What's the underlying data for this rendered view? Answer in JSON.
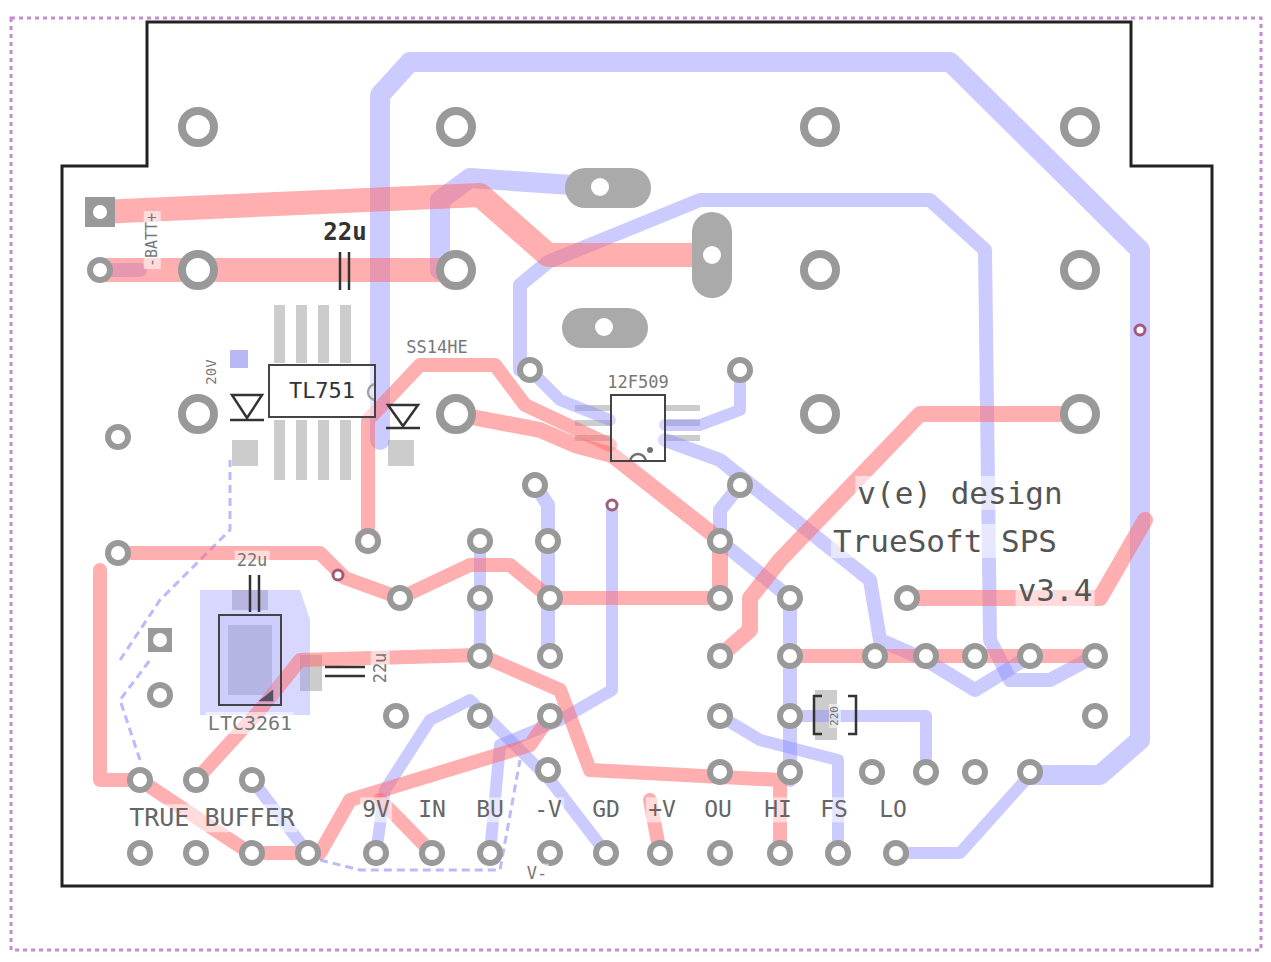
{
  "diagram": {
    "nodes": [
      {
        "text": [
          "TL751"
        ]
      },
      {
        "text": [
          "12F509"
        ]
      },
      {
        "text": [
          "LTC3261"
        ]
      }
    ],
    "labels": [
      "-BATT+",
      "22u",
      "20V",
      "SS14HE",
      "22u",
      "22u",
      "v(e) design",
      "TrueSoft SPS",
      "v3.4",
      "220",
      "TRUE BUFFER",
      "9V",
      "IN",
      "BU",
      "-V",
      "GD",
      "+V",
      "OU",
      "HI",
      "FS",
      "LO",
      "V-"
    ]
  }
}
